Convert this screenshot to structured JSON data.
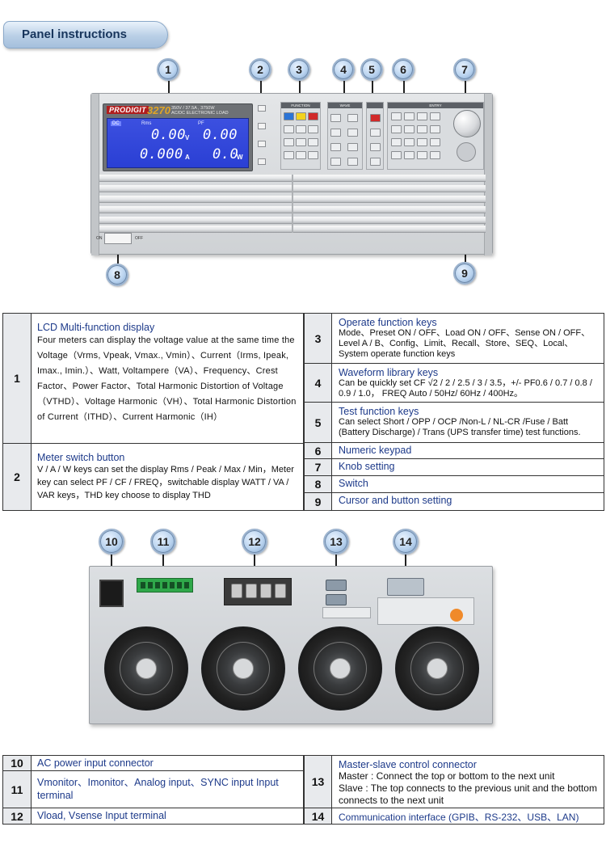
{
  "header": {
    "title": "Panel instructions"
  },
  "front_callouts": [
    "1",
    "2",
    "3",
    "4",
    "5",
    "6",
    "7",
    "8",
    "9"
  ],
  "rear_callouts": [
    "10",
    "11",
    "12",
    "13",
    "14"
  ],
  "device": {
    "brand": "PRODIGIT",
    "model": "3270",
    "spec_line1": "350V / 37.5A , 3750W",
    "spec_line2": "AC/DC ELECTRONIC LOAD",
    "lcd": {
      "mode": "DC",
      "label_left": "Rms",
      "label_right": "PF",
      "v_value": "0.00",
      "v_unit": "V",
      "pf_value": "0.00",
      "a_value": "0.000",
      "a_unit": "A",
      "w_value": "0.0",
      "w_unit": "W"
    },
    "switch_on": "ON",
    "switch_off": "OFF",
    "block_function": "FUNCTION",
    "block_wave": "WAVE",
    "block_entry": "ENTRY"
  },
  "front_table": {
    "left": [
      {
        "num": "1",
        "title": "LCD  Multi-function display",
        "desc": "Four meters can display the voltage value at the same time the Voltage（Vrms, Vpeak, Vmax., Vmin）、Current（Irms, Ipeak, Imax., Imin.）、Watt, Voltampere（VA）、Frequency、Crest Factor、Power Factor、Total Harmonic Distortion of Voltage（VTHD）、Voltage Harmonic（VH）、Total Harmonic Distortion of  Current（ITHD）、Current Harmonic（IH）"
      },
      {
        "num": "2",
        "title": "Meter switch button",
        "desc": "V / A / W keys can set the display Rms / Peak / Max / Min，Meter key can select PF / CF / FREQ，switchable display WATT / VA / VAR keys，THD key choose to display THD"
      }
    ],
    "right": [
      {
        "num": "3",
        "title": "Operate function keys",
        "desc": "Mode、Preset ON / OFF、Load ON / OFF、Sense ON / OFF、Level A / B、Config、Limit、Recall、Store、SEQ、Local、System operate function keys"
      },
      {
        "num": "4",
        "title": "Waveform library keys",
        "desc": "Can be quickly set CF √2 / 2 / 2.5 / 3 / 3.5，+/- PF0.6 / 0.7 / 0.8 / 0.9 / 1.0， FREQ Auto / 50Hz/ 60Hz / 400Hz。"
      },
      {
        "num": "5",
        "title": "Test function keys",
        "desc": "Can select Short / OPP / OCP /Non-L / NL-CR /Fuse / Batt  (Battery Discharge) / Trans (UPS transfer time) test functions."
      },
      {
        "num": "6",
        "title": "Numeric keypad"
      },
      {
        "num": "7",
        "title": "Knob setting"
      },
      {
        "num": "8",
        "title": "Switch"
      },
      {
        "num": "9",
        "title": "Cursor and button setting"
      }
    ]
  },
  "rear_table": {
    "rows": [
      {
        "num": "10",
        "title": "AC power input connector"
      },
      {
        "num": "11",
        "title": "Vmonitor、Imonitor、Analog input、SYNC input Input terminal"
      },
      {
        "num": "12",
        "title": "Vload, Vsense Input terminal"
      }
    ],
    "right": [
      {
        "num": "13",
        "title": "Master-slave control connector",
        "line1": "Master : Connect the top or bottom to the next unit",
        "line2": "Slave : The top connects to the previous unit and the bottom connects to the next unit"
      },
      {
        "num": "14",
        "title": "Communication interface (GPIB、RS-232、USB、LAN)"
      }
    ]
  }
}
